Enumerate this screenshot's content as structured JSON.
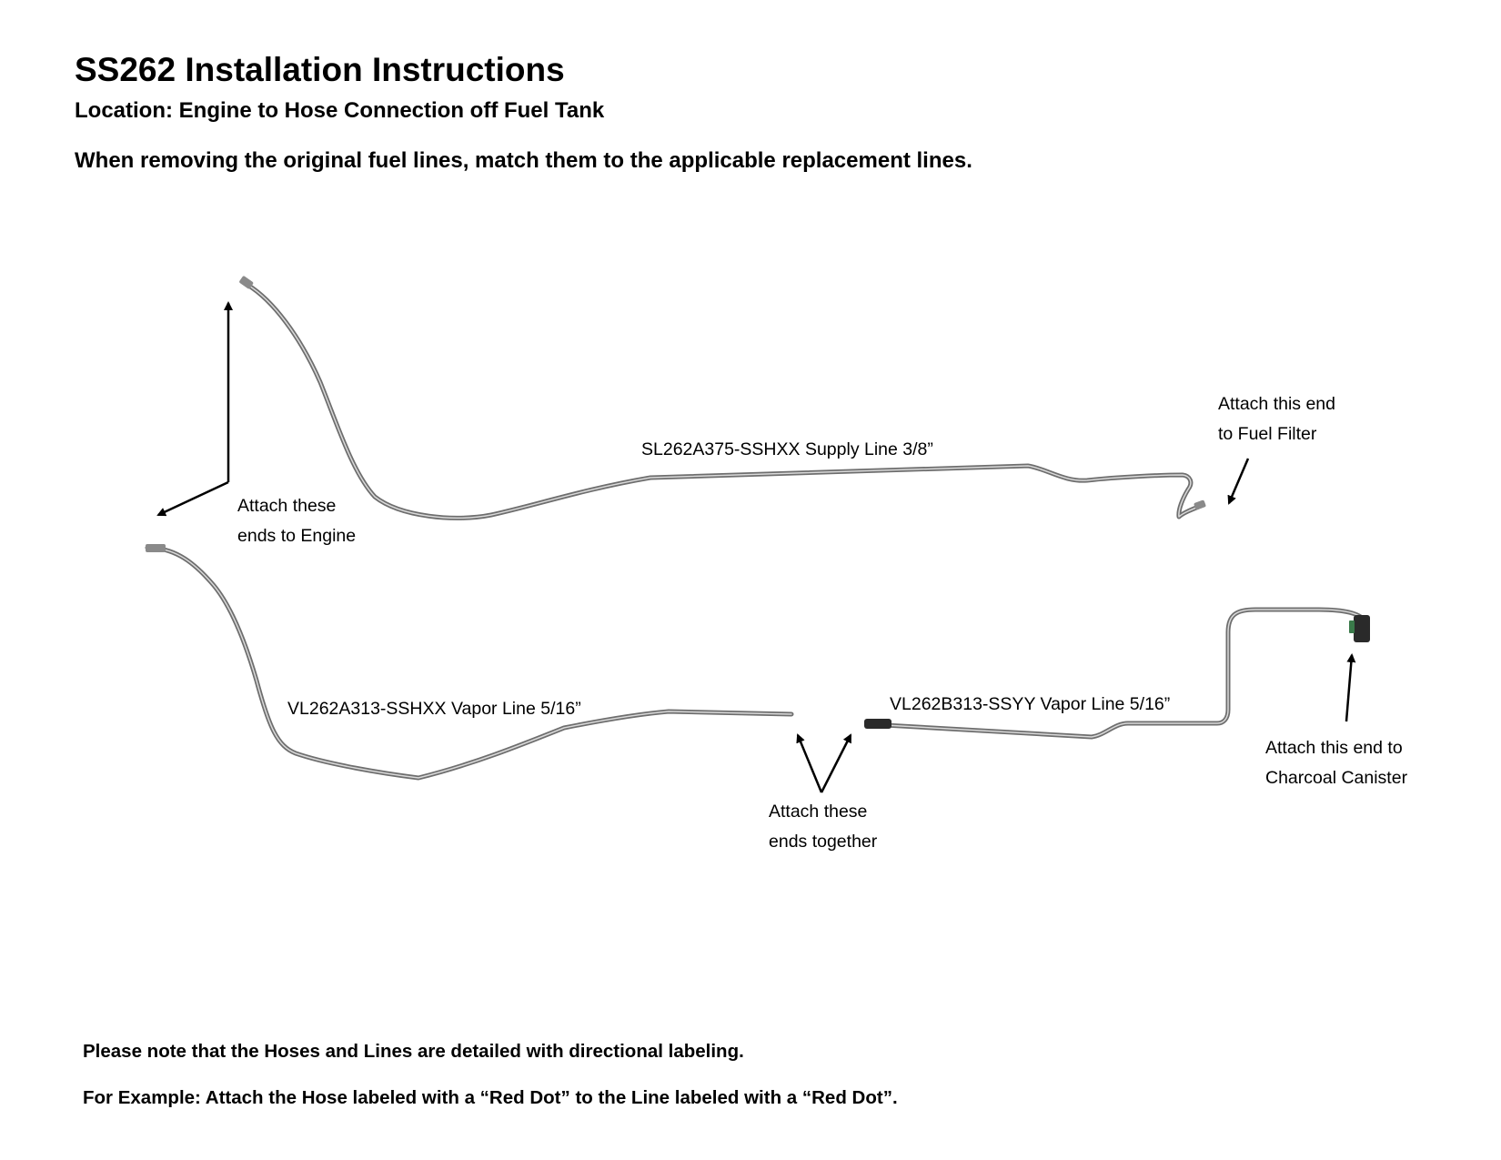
{
  "header": {
    "title": "SS262 Installation Instructions",
    "location": "Location: Engine to Hose Connection off Fuel Tank",
    "instruction": "When removing the original fuel lines, match them to the applicable replacement lines."
  },
  "lines": {
    "supply": "SL262A375-SSHXX Supply Line 3/8”",
    "vapor_a": "VL262A313-SSHXX Vapor Line 5/16”",
    "vapor_b": "VL262B313-SSYY Vapor Line 5/16”"
  },
  "callouts": {
    "engine": [
      "Attach these",
      "ends to Engine"
    ],
    "fuel_filter": [
      "Attach this end",
      "to Fuel Filter"
    ],
    "together": [
      "Attach these",
      "ends together"
    ],
    "canister": [
      "Attach this end to",
      "Charcoal Canister"
    ]
  },
  "notes": {
    "note1": "Please note that the Hoses and Lines are detailed with directional labeling.",
    "note2": "For Example: Attach the Hose labeled with a “Red Dot” to the Line labeled with a “Red Dot”."
  },
  "colors": {
    "tube": "#6e6e6e",
    "tube_highlight": "#d9d9d9",
    "connector": "#2a2a2a",
    "arrow": "#000000"
  }
}
